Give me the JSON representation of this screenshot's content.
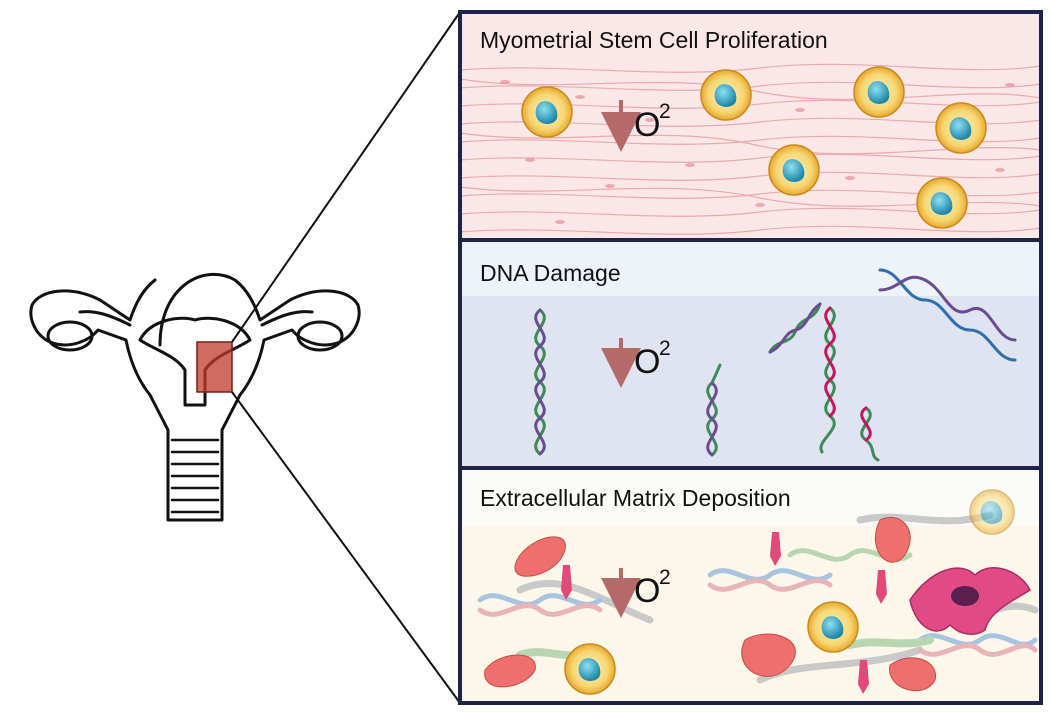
{
  "panels": {
    "stem_cell": {
      "title": "Myometrial Stem Cell Proliferation",
      "oxygen_label": "O",
      "oxygen_superscript": "2"
    },
    "dna_damage": {
      "title": "DNA Damage",
      "oxygen_label": "O",
      "oxygen_superscript": "2"
    },
    "ecm": {
      "title": "Extracellular Matrix Deposition",
      "oxygen_label": "O",
      "oxygen_superscript": "2"
    }
  },
  "colors": {
    "frame": "#1d2447",
    "muscle_background": "#fbe7e7",
    "muscle_lines": "#e9a3a8",
    "dna_background": "#dfe4f0",
    "dna_title_band": "#eef2f9",
    "ecm_background": "#fdf7ea",
    "arrow": "#b56a6a",
    "cell_outer": "#f3c24f",
    "cell_inner": "#fbe6a6",
    "nucleus": "#38a9c8",
    "highlight_box": "#c0392b"
  }
}
